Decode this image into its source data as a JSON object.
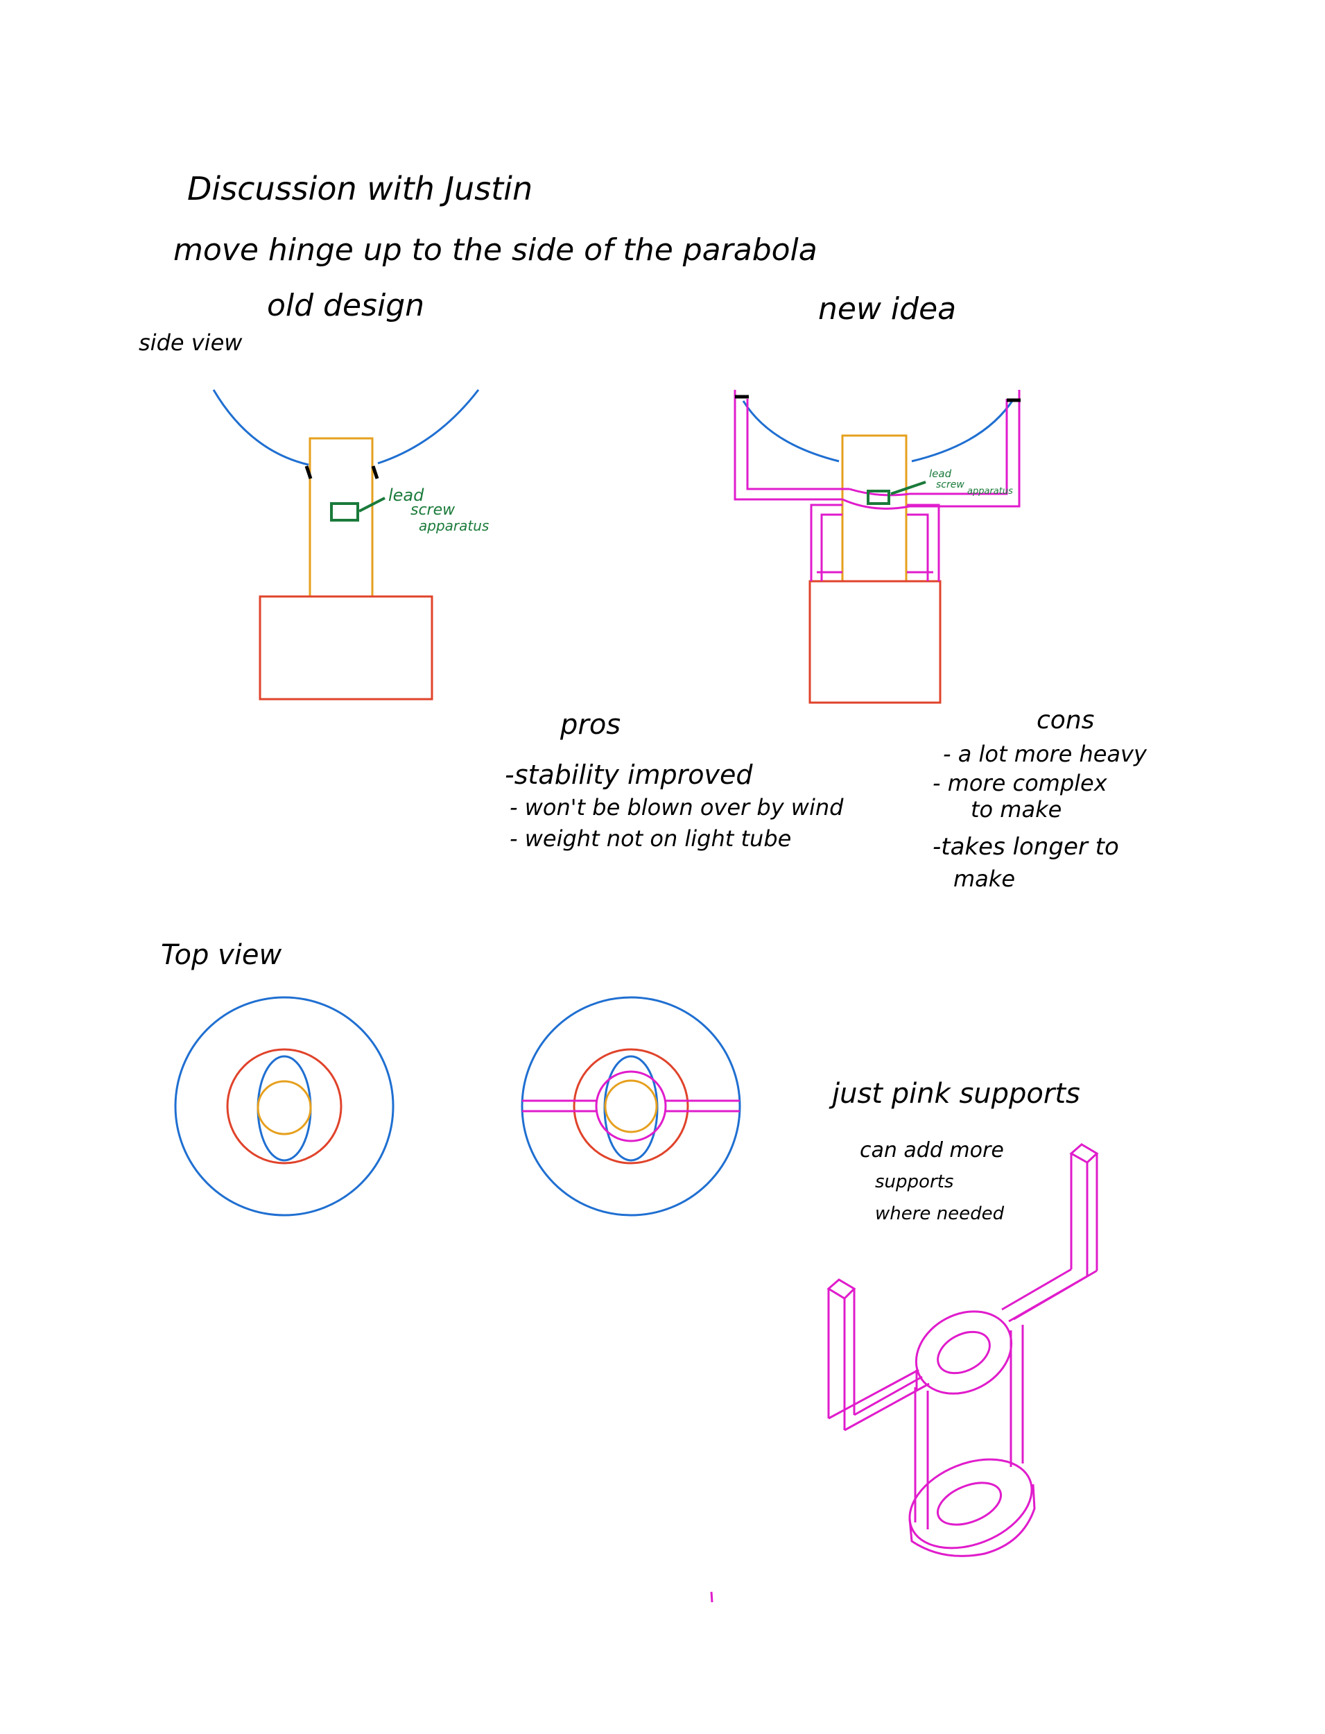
{
  "colors": {
    "parabola": "#1f6fd1",
    "tube": "#e6a01e",
    "base": "#e0432b",
    "support": "#e01ccc",
    "lead_screw": "#1a7a3a",
    "ink": "#000000"
  },
  "header": {
    "title": "Discussion with Justin",
    "subtitle": "move hinge up to the side of the parabola"
  },
  "side_view": {
    "label": "side view",
    "old_design_label": "old design",
    "new_idea_label": "new idea",
    "old_lead_screw_label": [
      "lead",
      "screw",
      "apparatus"
    ],
    "new_lead_screw_label": [
      "lead",
      "screw",
      "apparatus"
    ]
  },
  "pros": {
    "heading": "pros",
    "items": [
      "-stability improved",
      "- won't be blown over by wind",
      "- weight not on light tube"
    ]
  },
  "cons": {
    "heading": "cons",
    "items": [
      "- a lot more heavy",
      "- more complex",
      "to make",
      "-takes longer to",
      "make"
    ]
  },
  "top_view": {
    "label": "Top view"
  },
  "supports": {
    "heading": "just pink supports",
    "note": [
      "can add more",
      "supports",
      "where needed"
    ]
  }
}
